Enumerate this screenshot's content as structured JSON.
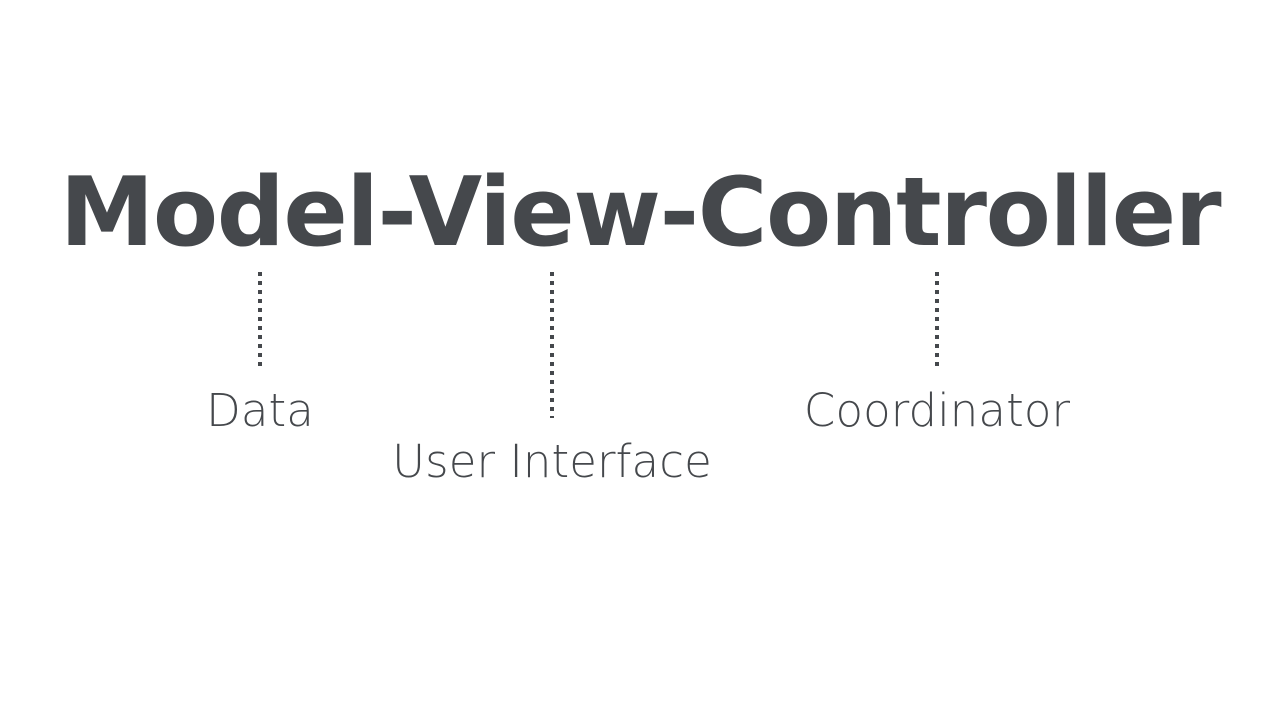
{
  "slide": {
    "background_color": "#ffffff",
    "text_color": "#45484c",
    "title": "Model-View-Controller"
  },
  "diagram": {
    "type": "annotated-term-breakdown",
    "nodes": [
      {
        "term": "Model",
        "label": "Data",
        "connector": "dotted-vertical-line"
      },
      {
        "term": "View",
        "label": "User Interface",
        "connector": "dotted-vertical-line"
      },
      {
        "term": "Controller",
        "label": "Coordinator",
        "connector": "dotted-vertical-line"
      }
    ]
  }
}
